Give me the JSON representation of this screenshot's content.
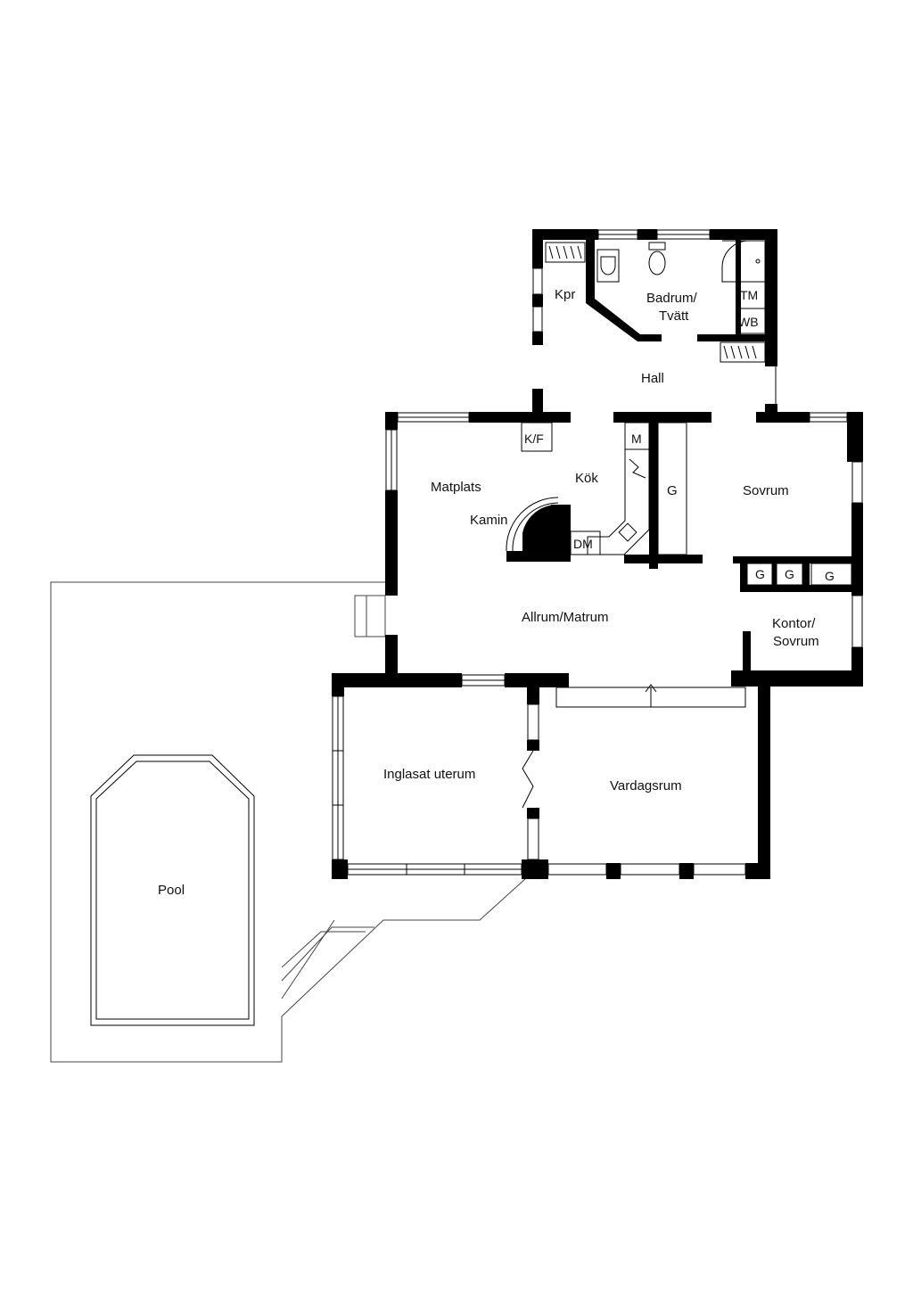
{
  "rooms": {
    "kpr": "Kpr",
    "badrum_line1": "Badrum/",
    "badrum_line2": "Tvätt",
    "tm": "TM",
    "wb": "WB",
    "hall": "Hall",
    "kf": "K/F",
    "m": "M",
    "matplats": "Matplats",
    "kok": "Kök",
    "g_corridor": "G",
    "sovrum": "Sovrum",
    "kamin": "Kamin",
    "dm": "DM",
    "g1": "G",
    "g2": "G",
    "g3": "G",
    "allrum": "Allrum/Matrum",
    "kontor_line1": "Kontor/",
    "kontor_line2": "Sovrum",
    "uterum": "Inglasat uterum",
    "vardagsrum": "Vardagsrum",
    "pool": "Pool"
  }
}
